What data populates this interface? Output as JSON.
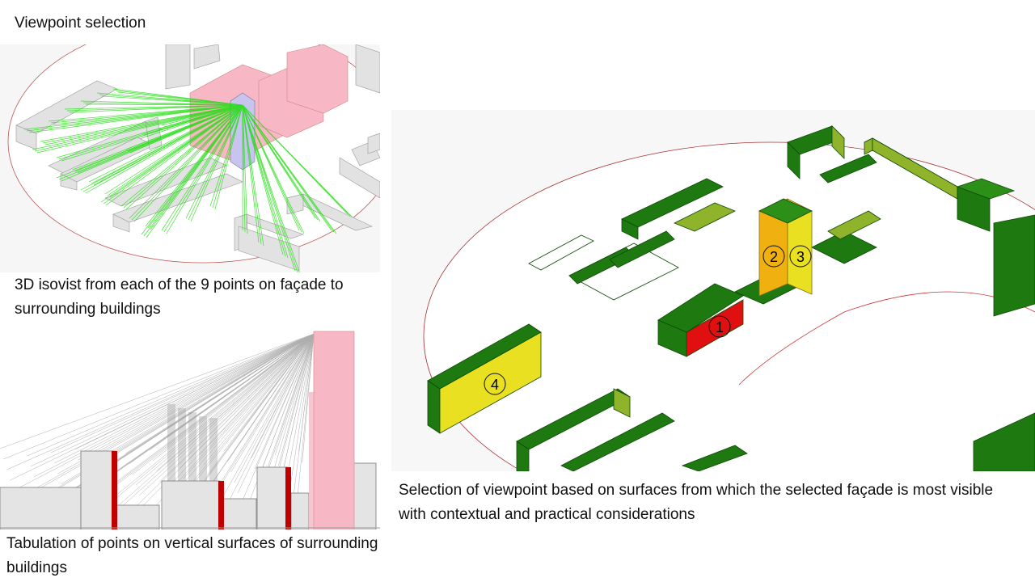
{
  "slide": {
    "title": "Viewpoint selection",
    "captions": {
      "isovist": "3D isovist from each of the 9 points on façade to surrounding buildings",
      "tabulation": "Tabulation of points on vertical surfaces of surrounding buildings",
      "selection": "Selection of viewpoint based on surfaces from which the selected façade is most visible with contextual and practical considerations"
    },
    "markers": [
      "1",
      "2",
      "3",
      "4"
    ]
  },
  "colors": {
    "building_green": "#1e7a10",
    "building_light_green": "#8fb32a",
    "highlight_red": "#e01010",
    "highlight_yellow": "#e8e020",
    "highlight_orange": "#f0b010",
    "target_pink": "#f7b7c4",
    "sightline_green": "#22dd11",
    "building_grey": "#dcdcdc",
    "surface_red": "#c00000"
  }
}
